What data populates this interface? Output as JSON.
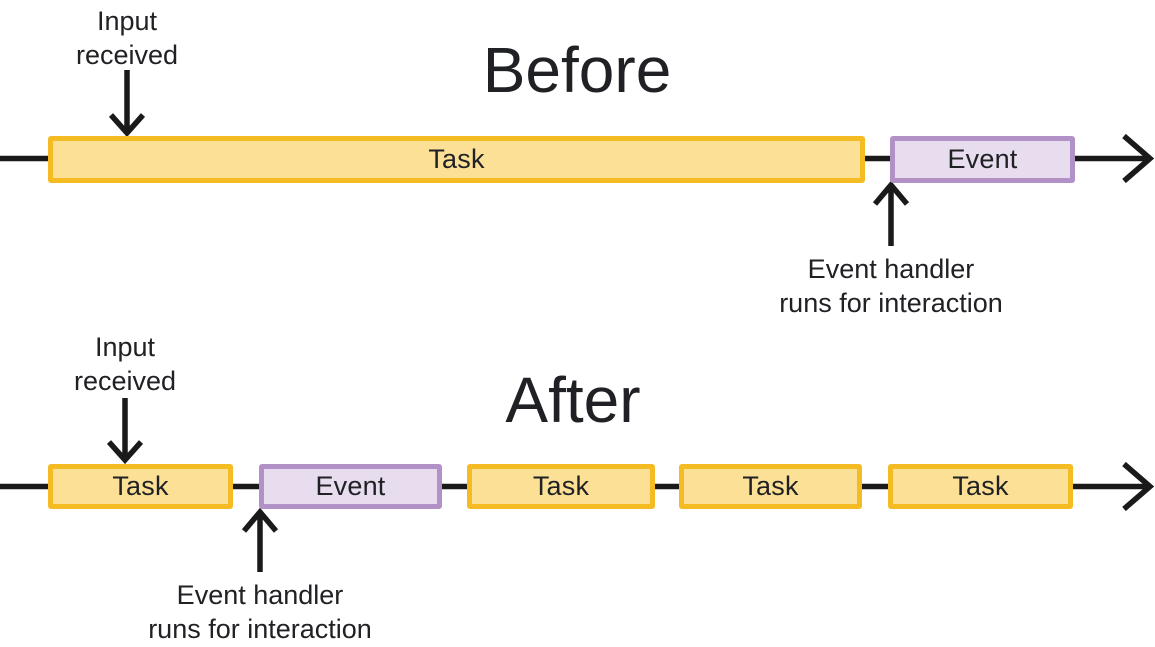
{
  "colors": {
    "task-fill": "#FBE096",
    "task-border": "#F4BB22",
    "event-fill": "#E8DDEE",
    "event-border": "#B292C6",
    "line": "#1A1A1A",
    "text": "#202124"
  },
  "before": {
    "title": "Before",
    "input_label": "Input\nreceived",
    "handler_label": "Event handler\nruns for interaction",
    "bars": [
      {
        "type": "task",
        "label": "Task"
      },
      {
        "type": "event",
        "label": "Event"
      }
    ]
  },
  "after": {
    "title": "After",
    "input_label": "Input\nreceived",
    "handler_label": "Event handler\nruns for interaction",
    "bars": [
      {
        "type": "task",
        "label": "Task"
      },
      {
        "type": "event",
        "label": "Event"
      },
      {
        "type": "task",
        "label": "Task"
      },
      {
        "type": "task",
        "label": "Task"
      },
      {
        "type": "task",
        "label": "Task"
      }
    ]
  }
}
